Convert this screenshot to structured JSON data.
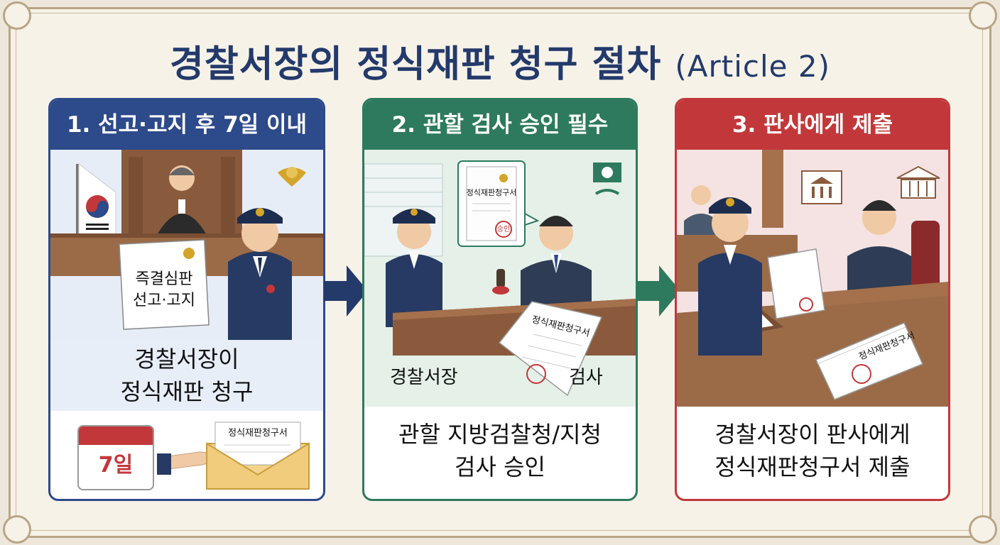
{
  "title": {
    "main": "경찰서장의 정식재판 청구 절차",
    "sub": "(Article 2)"
  },
  "colors": {
    "blue": "#2d4a8a",
    "green": "#2e7a5e",
    "red": "#c2383a",
    "navy": "#233a6b"
  },
  "steps": [
    {
      "header": "1. 선고·고지 후 7일 이내",
      "sign_line1": "즉결심판",
      "sign_line2": "선고·고지",
      "caption_line1": "경찰서장이",
      "caption_line2": "정식재판 청구",
      "calendar": "7일",
      "envelope": "정식재판청구서"
    },
    {
      "header": "2. 관할 검사 승인 필수",
      "bubble": "정식재판청구서",
      "paper": "정식재판청구서",
      "stamp": "승인",
      "label_left": "경찰서장",
      "label_right": "검사",
      "caption_line1": "관할 지방검찰청/지청",
      "caption_line2": "검사 승인"
    },
    {
      "header": "3. 판사에게 제출",
      "paper": "정식재판청구서",
      "caption_line1": "경찰서장이 판사에게",
      "caption_line2": "정식재판청구서 제출"
    }
  ]
}
